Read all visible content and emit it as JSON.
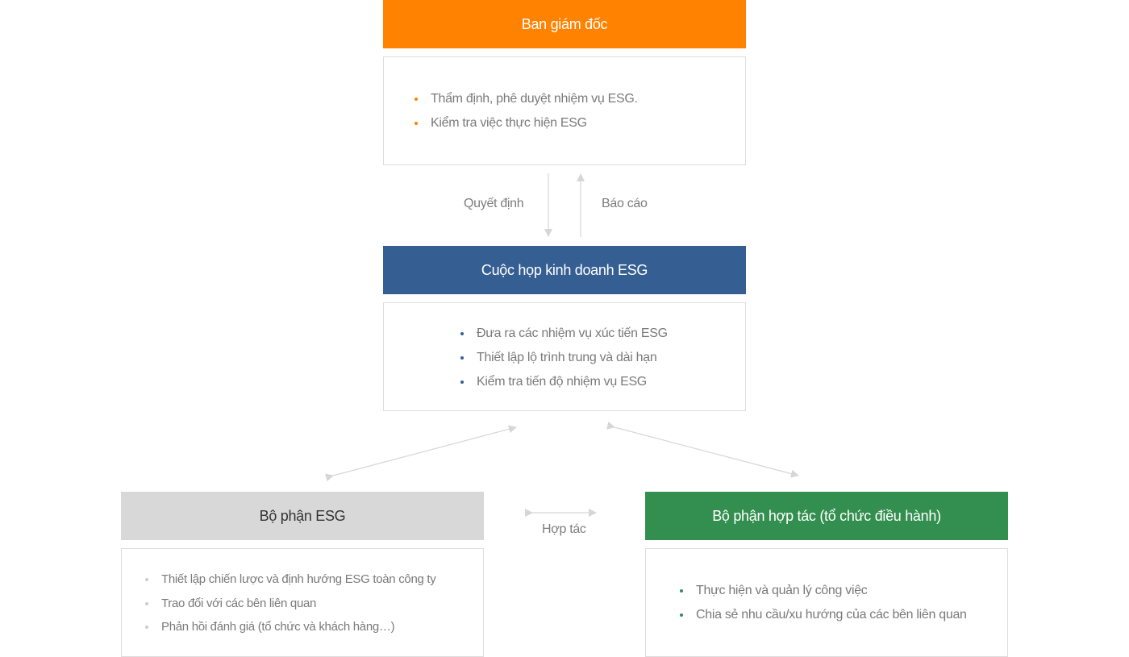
{
  "colors": {
    "board": "#ff8200",
    "meeting": "#355f92",
    "esg_dept": "#d8d8d8",
    "coop_dept": "#338f4f",
    "arrow": "#d6d6d6"
  },
  "board": {
    "title": "Ban giám đốc",
    "items": [
      "Thẩm định, phê duyệt nhiệm vụ ESG.",
      "Kiểm tra việc thực hiện ESG"
    ]
  },
  "flow": {
    "decision_label": "Quyết định",
    "report_label": "Báo cáo",
    "cooperation_label": "Hợp tác"
  },
  "meeting": {
    "title": "Cuộc họp kinh doanh ESG",
    "items": [
      "Đưa ra các nhiệm vụ xúc tiến ESG",
      "Thiết lập lộ trình trung và dài hạn",
      "Kiểm tra tiến độ nhiệm vụ ESG"
    ]
  },
  "esg_department": {
    "title": "Bộ phận ESG",
    "items": [
      "Thiết lập chiến lược và định hướng ESG toàn công ty",
      "Trao đổi với các bên liên quan",
      "Phản hồi đánh giá (tổ chức và khách hàng…)"
    ]
  },
  "cooperation_department": {
    "title": "Bộ phận hợp tác (tổ chức điều hành)",
    "items": [
      "Thực hiện và quản lý công việc",
      "Chia sẻ nhu cầu/xu hướng của các bên liên quan"
    ]
  }
}
